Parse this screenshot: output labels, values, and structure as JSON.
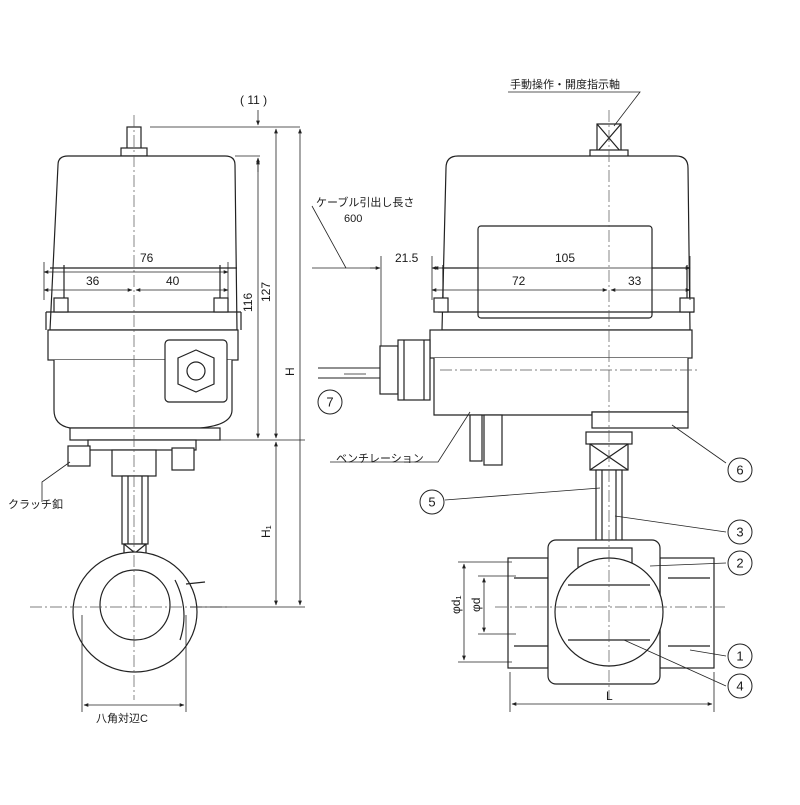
{
  "dimensions": {
    "d11": "( 11 )",
    "d76": "76",
    "d36": "36",
    "d40": "40",
    "d116": "116",
    "d127": "127",
    "dH": "H",
    "dH1": "H₁",
    "d21_5": "21.5",
    "d105": "105",
    "d72": "72",
    "d33": "33",
    "dL": "L",
    "dphid": "φd",
    "dphid1": "φd₁"
  },
  "labels": {
    "manual_shaft": "手動操作・開度指示軸",
    "cable_length": "ケーブル引出し長さ",
    "cable_length_value": "600",
    "ventilation": "ベンチレーション",
    "clutch_pin": "クラッチ釦",
    "octagon": "八角対辺C"
  },
  "callouts": [
    "1",
    "2",
    "3",
    "4",
    "5",
    "6",
    "7"
  ]
}
